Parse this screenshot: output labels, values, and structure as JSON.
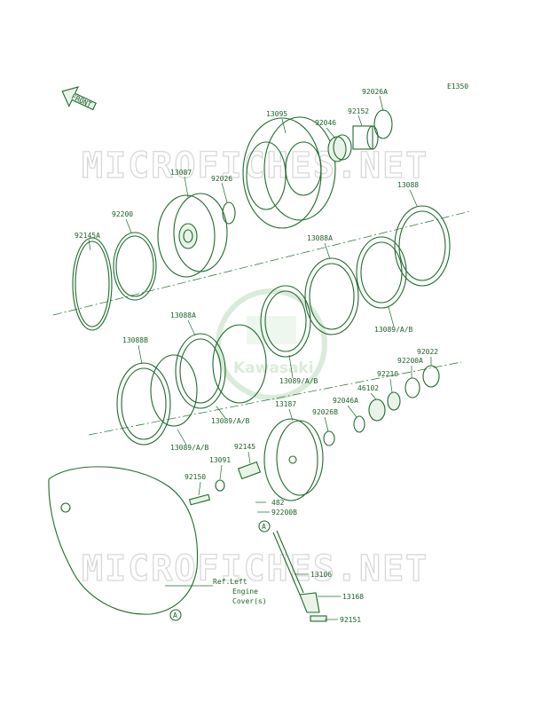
{
  "diagram": {
    "code": "E1350",
    "front_label": "FRONT",
    "watermark_text": "MICROFICHES.NET",
    "brand_text": "Kawasaki",
    "ref_lines": [
      "Ref.Left",
      "Engine",
      "Cover(s)"
    ],
    "marker_a": "A",
    "colors": {
      "line": "#1e6a2c",
      "text": "#1f5f2a",
      "watermark": "#d8d8d8"
    },
    "parts": [
      "92026A",
      "13095",
      "92152",
      "92046",
      "13087",
      "92026",
      "92200",
      "92145A",
      "13088",
      "13088A",
      "13089/A/B",
      "13088A",
      "13088B",
      "13089/A/B",
      "13089/A/B",
      "13089/A/B",
      "13187",
      "92022",
      "92200A",
      "92210",
      "46102",
      "92046A",
      "92026B",
      "92145",
      "13091",
      "92150",
      "482",
      "92200B",
      "13106",
      "13168",
      "92151"
    ]
  }
}
